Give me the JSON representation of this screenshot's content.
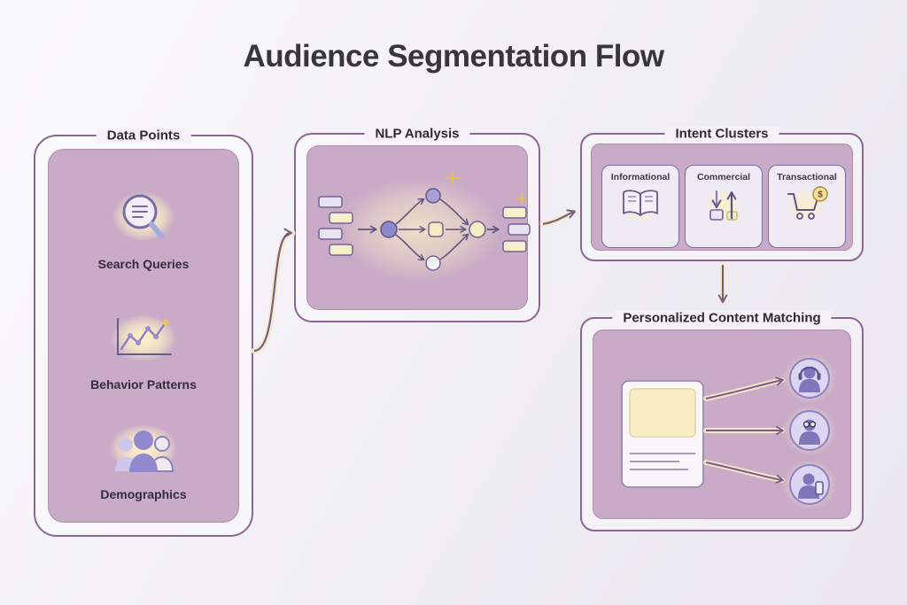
{
  "title": "Audience Segmentation Flow",
  "panels": {
    "data_points": {
      "label": "Data Points",
      "items": [
        {
          "label": "Search Queries",
          "icon": "magnifier-icon"
        },
        {
          "label": "Behavior Patterns",
          "icon": "line-chart-icon"
        },
        {
          "label": "Demographics",
          "icon": "people-icon"
        }
      ]
    },
    "nlp": {
      "label": "NLP Analysis"
    },
    "intent": {
      "label": "Intent Clusters",
      "clusters": [
        {
          "label": "Informational",
          "icon": "open-book-icon"
        },
        {
          "label": "Commercial",
          "icon": "transfer-arrows-icon"
        },
        {
          "label": "Transactional",
          "icon": "cart-icon"
        }
      ]
    },
    "personalized": {
      "label": "Personalized Content Matching"
    }
  },
  "icons": {
    "dollar": "$"
  },
  "colors": {
    "panel_border": "#8a6690",
    "panel_fill": "#c9abc7",
    "card_fill": "#efebf5",
    "glow": "#fbeec7",
    "node_purple": "#8d87cb",
    "accent_yellow": "#e8c75a"
  }
}
